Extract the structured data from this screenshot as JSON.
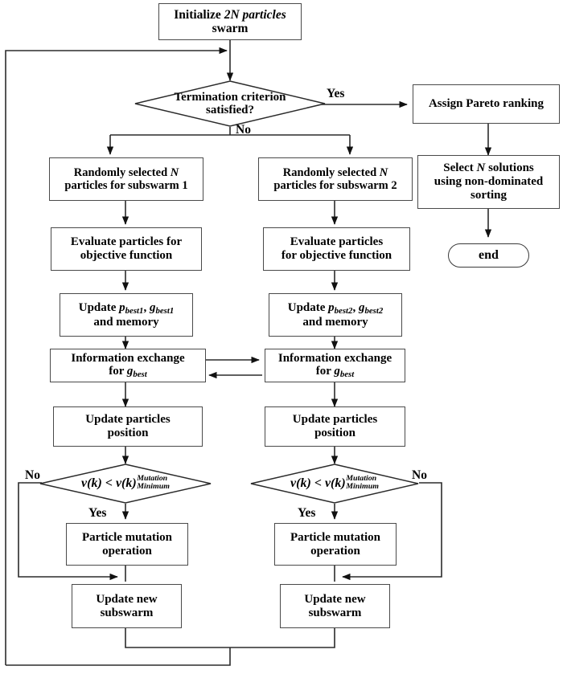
{
  "diagram": {
    "title": "Multi-swarm PSO flowchart",
    "colors": {
      "stroke": "#4a4a4a",
      "line": "#1a1a1a",
      "background": "#ffffff"
    }
  },
  "nodes": {
    "init": {
      "line1": "Initialize ",
      "em1": "2N particles",
      "line2": "swarm"
    },
    "termination": {
      "line1": "Termination criterion",
      "line2": "satisfied?"
    },
    "pareto": {
      "text": "Assign Pareto ranking"
    },
    "select": {
      "line1": "Select ",
      "em1": "N",
      "line1b": " solutions",
      "line2": "using non-dominated",
      "line3": "sorting"
    },
    "end": {
      "text": "end"
    },
    "random1": {
      "line1": "Randomly selected ",
      "em1": "N",
      "line2": "particles for subswarm 1"
    },
    "random2": {
      "line1": "Randomly selected ",
      "em1": "N",
      "line2": "particles for subswarm 2"
    },
    "evaluate1": {
      "line1": "Evaluate particles for",
      "line2": "objective function"
    },
    "evaluate2": {
      "line1": "Evaluate particles",
      "line2": "for objective function"
    },
    "update1": {
      "prefix": "Update ",
      "p": "p",
      "psub": "best1",
      "comma": ", ",
      "g": "g",
      "gsub": "best1",
      "line2": "and memory"
    },
    "update2": {
      "prefix": "Update ",
      "p": "p",
      "psub": "best2",
      "comma": ", ",
      "g": "g",
      "gsub": "best2",
      "line2": "and memory"
    },
    "infoex1": {
      "line1": "Information exchange",
      "line2pre": "for ",
      "g": "g",
      "gsub": "best"
    },
    "infoex2": {
      "line1": "Information exchange",
      "line2pre": "for ",
      "g": "g",
      "gsub": "best"
    },
    "position1": {
      "line1": "Update particles",
      "line2": "position"
    },
    "position2": {
      "line1": "Update particles",
      "line2": "position"
    },
    "mutcheck1": {
      "lhs": "v(k)",
      "op": " < ",
      "rhs": "v(k)",
      "sup": "Mutation",
      "sub": "Minimum"
    },
    "mutcheck2": {
      "lhs": "v(k)",
      "op": " < ",
      "rhs": "v(k)",
      "sup": "Mutation",
      "sub": "Minimum"
    },
    "mutation1": {
      "line1": "Particle mutation",
      "line2": "operation"
    },
    "mutation2": {
      "line1": "Particle mutation",
      "line2": "operation"
    },
    "newsub1": {
      "line1": "Update new",
      "line2": "subswarm"
    },
    "newsub2": {
      "line1": "Update new",
      "line2": "subswarm"
    }
  },
  "edge_labels": {
    "yes_termination": "Yes",
    "no_termination": "No",
    "no_mut_left": "No",
    "yes_mut_left": "Yes",
    "yes_mut_right": "Yes",
    "no_mut_right": "No"
  }
}
